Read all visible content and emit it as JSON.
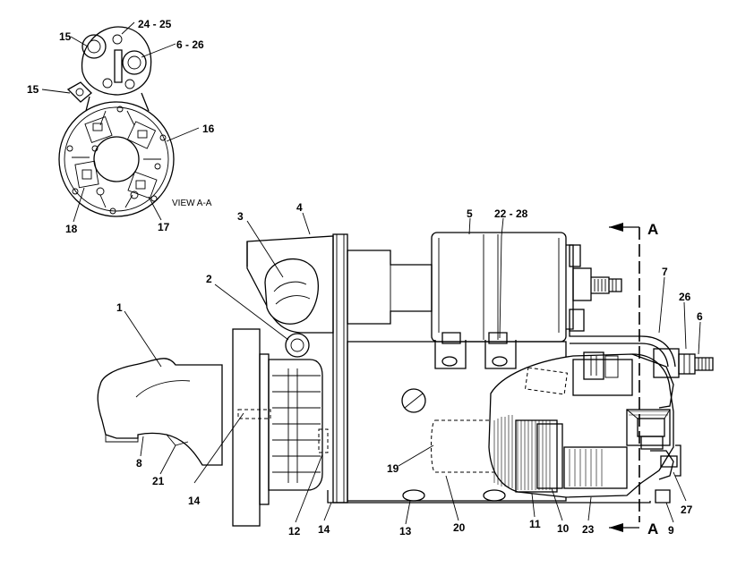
{
  "view_label": "VIEW A-A",
  "section_marker": "A",
  "callouts": {
    "c1": "1",
    "c2": "2",
    "c3": "3",
    "c4": "4",
    "c5": "5",
    "c6": "6",
    "c6_26": "6 - 26",
    "c7": "7",
    "c9": "9",
    "c10": "10",
    "c11": "11",
    "c12": "12",
    "c13": "13",
    "c14a": "14",
    "c14b": "14",
    "c15a": "15",
    "c15b": "15",
    "c16": "16",
    "c17": "17",
    "c18": "18",
    "c19": "19",
    "c20": "20",
    "c21": "21",
    "c22_28": "22 - 28",
    "c23": "23",
    "c24_25": "24 - 25",
    "c26": "26",
    "c27": "27",
    "c8": "8"
  }
}
